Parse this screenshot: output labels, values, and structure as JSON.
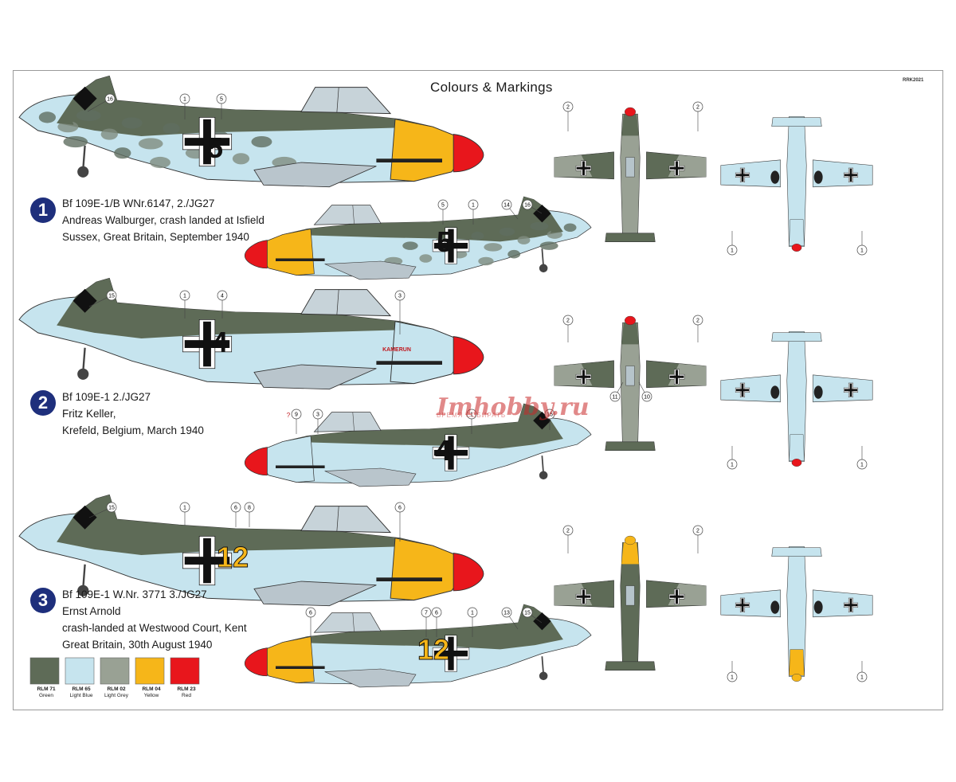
{
  "header": {
    "title": "Colours & Markings",
    "code": "RRK2021"
  },
  "schemes": [
    {
      "number": "1",
      "lines": [
        "Bf 109E-1/B WNr.6147, 2./JG27",
        "Andreas Walburger, crash landed at Isfield",
        "Sussex, Great Britain, September 1940"
      ],
      "code_left": "5",
      "code_right": "5"
    },
    {
      "number": "2",
      "lines": [
        "Bf 109E-1 2./JG27",
        "Fritz Keller,",
        "Krefeld, Belgium, March 1940"
      ],
      "code_left": "4",
      "code_right": "4",
      "nose_text": "KAMERUN"
    },
    {
      "number": "3",
      "lines": [
        "Bf 109E-1 W.Nr. 3771  3./JG27",
        "Ernst Arnold",
        "crash-landed at Westwood Court, Kent",
        "Great Britain, 30th  August 1940"
      ],
      "code_left": "12",
      "code_right": "12"
    }
  ],
  "callouts": {
    "s1_left": [
      "16",
      "1",
      "5"
    ],
    "s1_right": [
      "5",
      "1",
      "14",
      "16"
    ],
    "s1_top": [
      "2",
      "2"
    ],
    "s1_bottom": [
      "1",
      "1"
    ],
    "s2_left": [
      "15",
      "1",
      "4",
      "3"
    ],
    "s2_right": [
      "9",
      "3",
      "1",
      "15"
    ],
    "s2_right_mark": "?",
    "s2_top": [
      "2",
      "2",
      "11",
      "10"
    ],
    "s2_bottom": [
      "1",
      "1"
    ],
    "s3_left": [
      "15",
      "1",
      "6",
      "8",
      "6"
    ],
    "s3_right": [
      "6",
      "7",
      "6",
      "1",
      "13",
      "15"
    ],
    "s3_top": [
      "2",
      "2"
    ],
    "s3_bottom": [
      "1",
      "1"
    ]
  },
  "swatches": [
    {
      "code": "RLM 71",
      "name": "Green",
      "color": "#5e6b57"
    },
    {
      "code": "RLM 65",
      "name": "Light Blue",
      "color": "#c6e4ee"
    },
    {
      "code": "RLM 02",
      "name": "Light Grey",
      "color": "#99a194"
    },
    {
      "code": "RLM 04",
      "name": "Yellow",
      "color": "#f6b619"
    },
    {
      "code": "RLM 23",
      "name": "Red",
      "color": "#e8161c"
    }
  ],
  "watermark": {
    "brand": "Imhobby.ru",
    "tagline": "ВРЕМЯ СОБИРАТЬ"
  }
}
